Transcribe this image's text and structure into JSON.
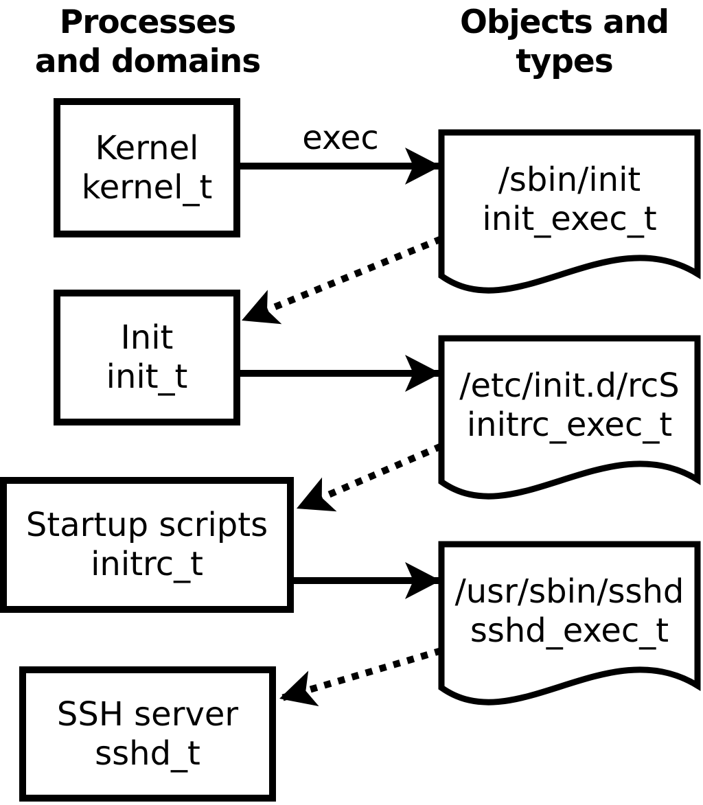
{
  "columns": {
    "left": "Processes\nand domains",
    "right": "Objects and\ntypes"
  },
  "edge_labels": {
    "exec": "exec"
  },
  "processes": [
    {
      "name": "Kernel",
      "type": "kernel_t"
    },
    {
      "name": "Init",
      "type": "init_t"
    },
    {
      "name": "Startup scripts",
      "type": "initrc_t"
    },
    {
      "name": "SSH server",
      "type": "sshd_t"
    }
  ],
  "objects": [
    {
      "path": "/sbin/init",
      "type": "init_exec_t"
    },
    {
      "path": "/etc/init.d/rcS",
      "type": "initrc_exec_t"
    },
    {
      "path": "/usr/sbin/sshd",
      "type": "sshd_exec_t"
    }
  ],
  "colors": {
    "ink": "#000000",
    "paper": "#ffffff"
  }
}
